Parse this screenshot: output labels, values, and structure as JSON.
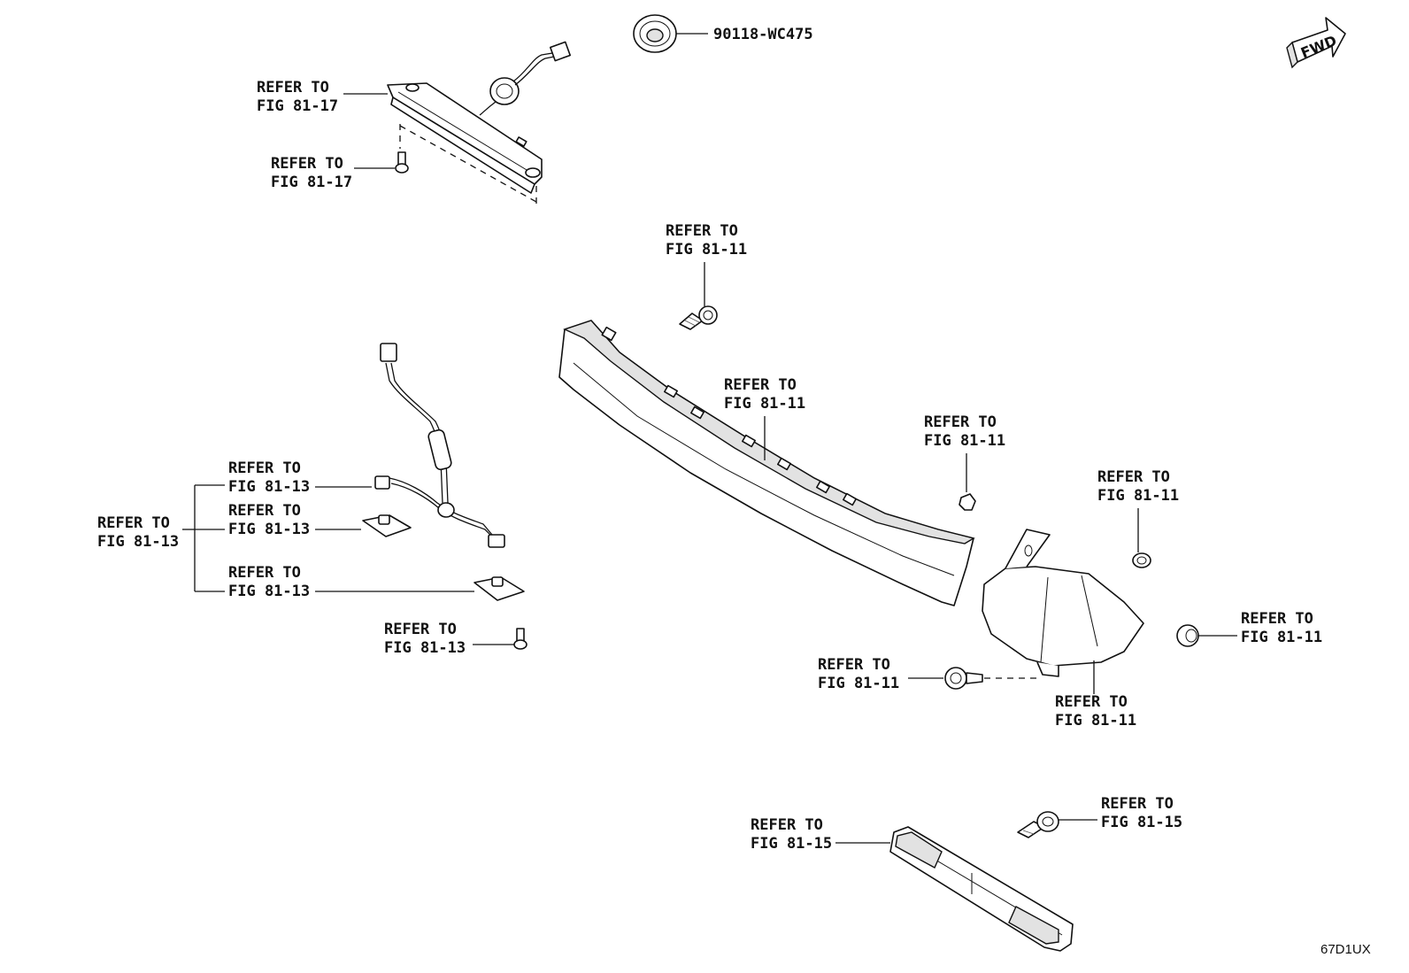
{
  "diagram": {
    "fwd_label": "FWD",
    "drawing_id": "67D1UX",
    "refer_prefix": "REFER TO",
    "callouts": [
      {
        "id": "grommet",
        "line1": "90118-WC475",
        "line2": ""
      },
      {
        "id": "stoplamp",
        "line1": "REFER TO",
        "line2": "FIG 81-17"
      },
      {
        "id": "stoplamp-screw",
        "line1": "REFER TO",
        "line2": "FIG 81-17"
      },
      {
        "id": "upper-screw",
        "line1": "REFER TO",
        "line2": "FIG 81-11"
      },
      {
        "id": "garnish",
        "line1": "REFER TO",
        "line2": "FIG 81-11"
      },
      {
        "id": "clip-a",
        "line1": "REFER TO",
        "line2": "FIG 81-11"
      },
      {
        "id": "clip-b",
        "line1": "REFER TO",
        "line2": "FIG 81-11"
      },
      {
        "id": "clip-c",
        "line1": "REFER TO",
        "line2": "FIG 81-11"
      },
      {
        "id": "side-screw",
        "line1": "REFER TO",
        "line2": "FIG 81-11"
      },
      {
        "id": "side-cover",
        "line1": "REFER TO",
        "line2": "FIG 81-11"
      },
      {
        "id": "group-13",
        "line1": "REFER TO",
        "line2": "FIG 81-13"
      },
      {
        "id": "harness",
        "line1": "REFER TO",
        "line2": "FIG 81-13"
      },
      {
        "id": "lamp-a",
        "line1": "REFER TO",
        "line2": "FIG 81-13"
      },
      {
        "id": "lamp-b",
        "line1": "REFER TO",
        "line2": "FIG 81-13"
      },
      {
        "id": "lamp-screw",
        "line1": "REFER TO",
        "line2": "FIG 81-13"
      },
      {
        "id": "reflector",
        "line1": "REFER TO",
        "line2": "FIG 81-15"
      },
      {
        "id": "reflector-screw",
        "line1": "REFER TO",
        "line2": "FIG 81-15"
      }
    ]
  }
}
